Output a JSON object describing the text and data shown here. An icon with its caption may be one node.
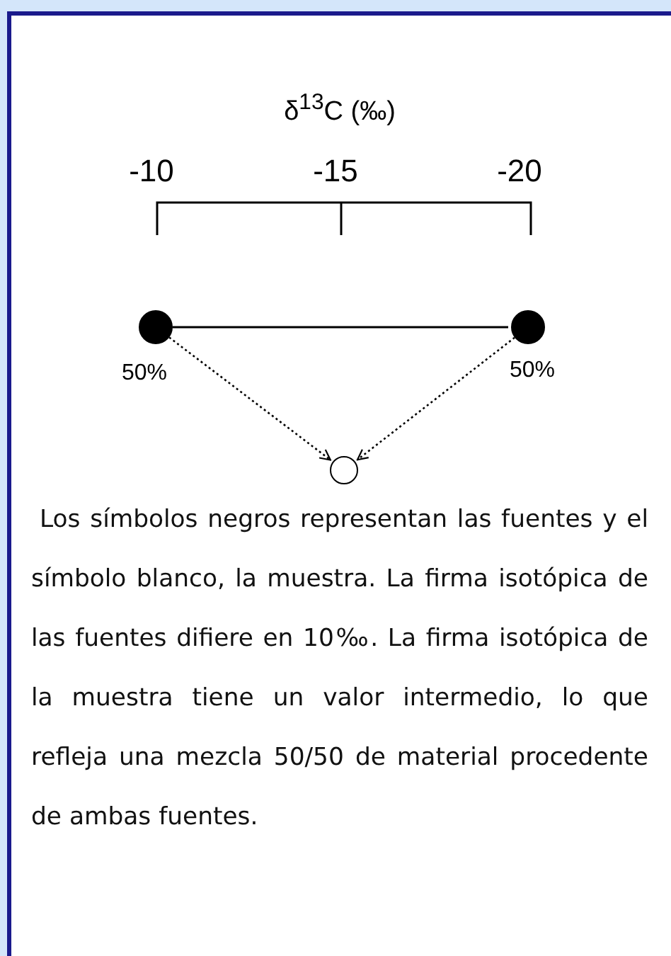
{
  "diagram": {
    "title": "δ$^{13}$C (‰)",
    "caption": "Los símbolos negros representan las fuentes y el símbolo blanco, la muestra. La firma isotópica de las fuentes difiere en 10‰. La firma isotópica de la muestra tiene un valor intermedio, lo que refleja una mezcla 50/50 de material procedente de ambas fuentes.",
    "nodes": [
      {
        "text": [],
        "shape": "circle",
        "beside": [
          "50%"
        ]
      },
      {
        "text": [],
        "shape": "circle",
        "beside": [
          "50%"
        ]
      },
      {
        "text": [],
        "shape": "circle"
      }
    ],
    "edges": [
      {
        "from": 0,
        "to": 1,
        "arrow": "none"
      },
      {
        "from": 0,
        "to": 2,
        "arrow": "to",
        "style": "dashed"
      },
      {
        "from": 1,
        "to": 2,
        "arrow": "to",
        "style": "dashed"
      }
    ],
    "labels": [
      "-10",
      "-15",
      "-20"
    ]
  }
}
